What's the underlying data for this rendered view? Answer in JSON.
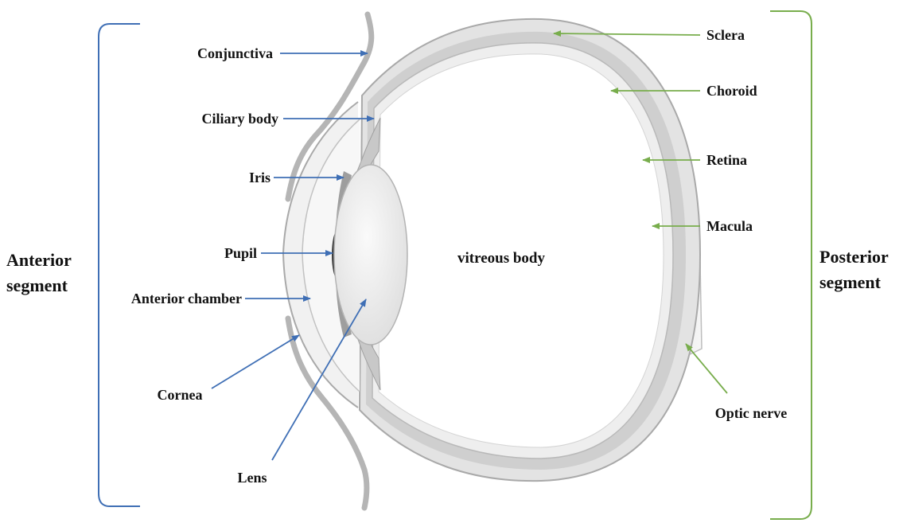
{
  "colors": {
    "anterior_lines": "#3f6fb5",
    "posterior_lines": "#78ad4c",
    "eye_outline": "#a9a9a9",
    "eye_fill": "#ececec",
    "eye_dark": "#d0d0d0",
    "pupil": "#3c3c3c"
  },
  "segments": {
    "anterior": [
      "Anterior",
      "segment"
    ],
    "posterior": [
      "Posterior",
      "segment"
    ]
  },
  "center_label": "vitreous body",
  "anterior_labels": {
    "conjunctiva": "Conjunctiva",
    "ciliary_body": "Ciliary body",
    "iris": "Iris",
    "pupil": "Pupil",
    "anterior_chamber": "Anterior chamber",
    "cornea": "Cornea",
    "lens": "Lens"
  },
  "posterior_labels": {
    "sclera": "Sclera",
    "choroid": "Choroid",
    "retina": "Retina",
    "macula": "Macula",
    "optic_nerve": "Optic nerve"
  }
}
